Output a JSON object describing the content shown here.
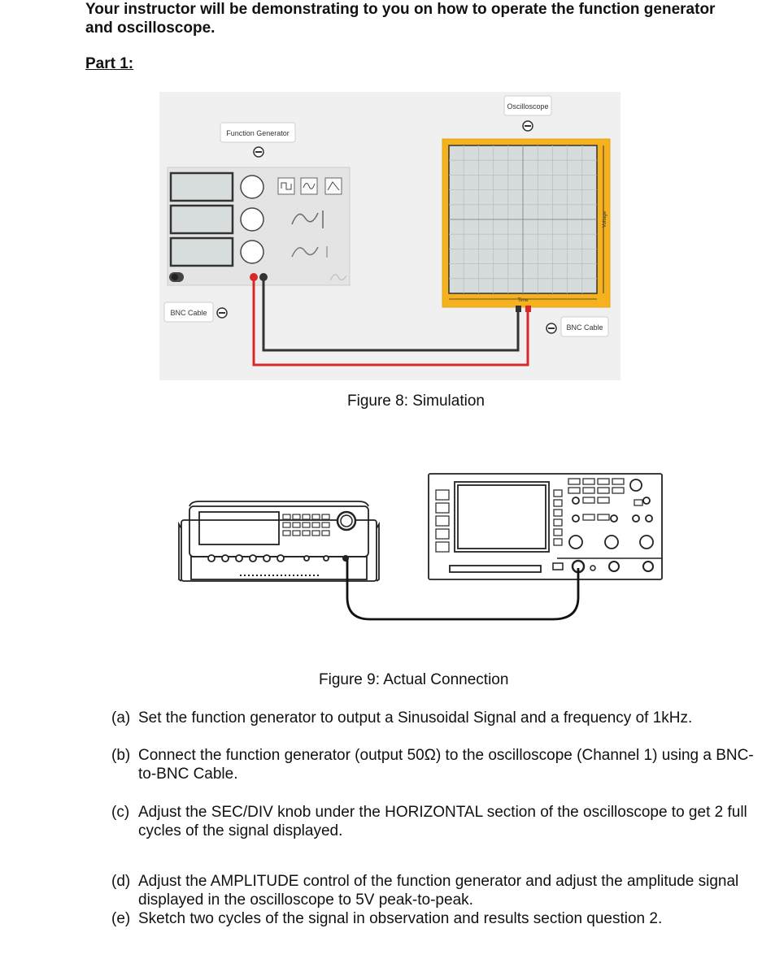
{
  "intro": "Your instructor will be demonstrating to you on how to operate the function generator and oscilloscope.",
  "part_heading": "Part 1:",
  "figure8": {
    "caption": "Figure 8: Simulation",
    "labels": {
      "function_generator": "Function Generator",
      "oscilloscope": "Oscilloscope",
      "bnc_left": "BNC Cable",
      "bnc_right": "BNC Cable",
      "time_axis": "Time",
      "voltage_axis": "Voltage"
    },
    "colors": {
      "scope_frame": "#f5b21e",
      "cable_red": "#d62a2a",
      "cable_black": "#333333"
    }
  },
  "figure9": {
    "caption": "Figure 9: Actual Connection"
  },
  "steps": [
    {
      "label": "(a)",
      "text": "Set the function generator to output a Sinusoidal Signal and a frequency of 1kHz."
    },
    {
      "label": "(b)",
      "text": "Connect the function generator (output 50Ω) to the oscilloscope (Channel 1) using a BNC-to-BNC Cable."
    },
    {
      "label": "(c)",
      "text": "Adjust the SEC/DIV knob under the HORIZONTAL section of the oscilloscope to get 2 full cycles of the signal displayed."
    },
    {
      "label": "(d)",
      "text": "Adjust the AMPLITUDE control of the function generator and adjust the amplitude signal displayed in the oscilloscope to 5V peak-to-peak."
    },
    {
      "label": "(e)",
      "text": "Sketch two cycles of the signal in observation and results section question 2."
    }
  ]
}
